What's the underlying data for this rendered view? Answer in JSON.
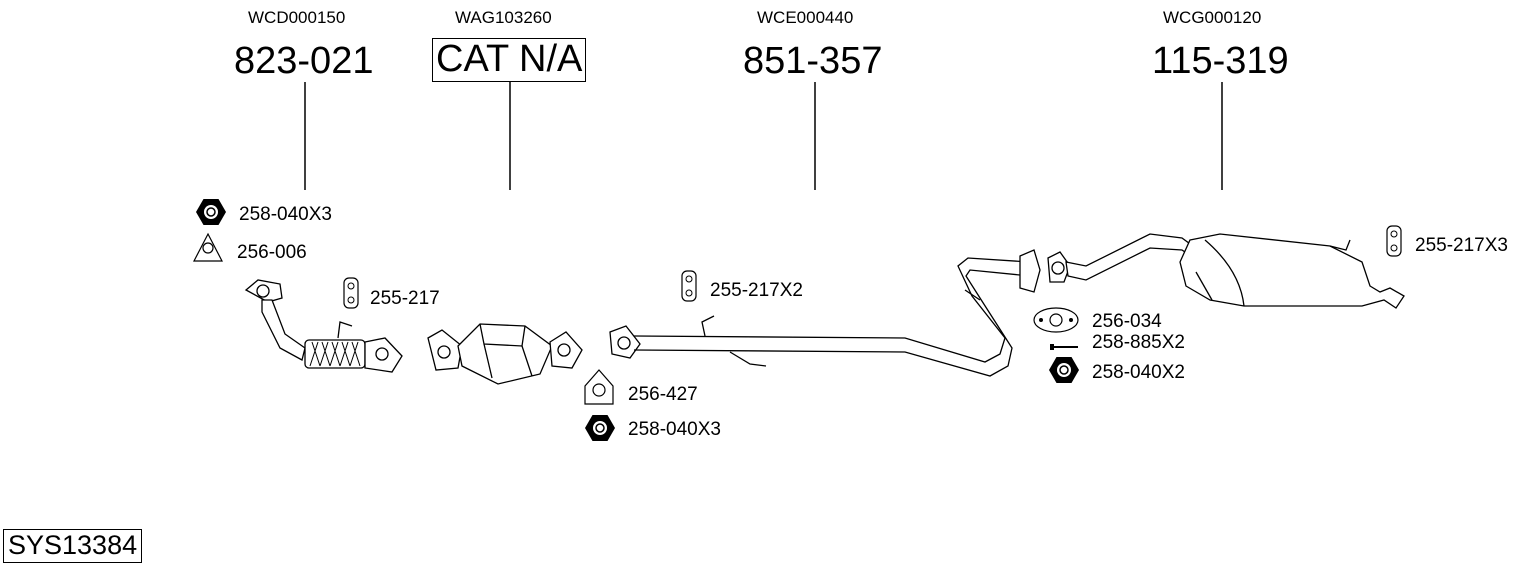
{
  "columns": [
    {
      "code": "WCD000150",
      "part": "823-021"
    },
    {
      "code": "WAG103260",
      "part": "CAT N/A"
    },
    {
      "code": "WCE000440",
      "part": "851-357"
    },
    {
      "code": "WCG000120",
      "part": "115-319"
    }
  ],
  "hardware": {
    "nut_a": "258-040X3",
    "gasket_a": "256-006",
    "hanger_a": "255-217",
    "hanger_b": "255-217X2",
    "gasket_b": "256-427",
    "nut_b": "258-040X3",
    "gasket_c": "256-034",
    "bolt_c": "258-885X2",
    "nut_c": "258-040X2",
    "hanger_c": "255-217X3"
  },
  "system_id": "SYS13384"
}
